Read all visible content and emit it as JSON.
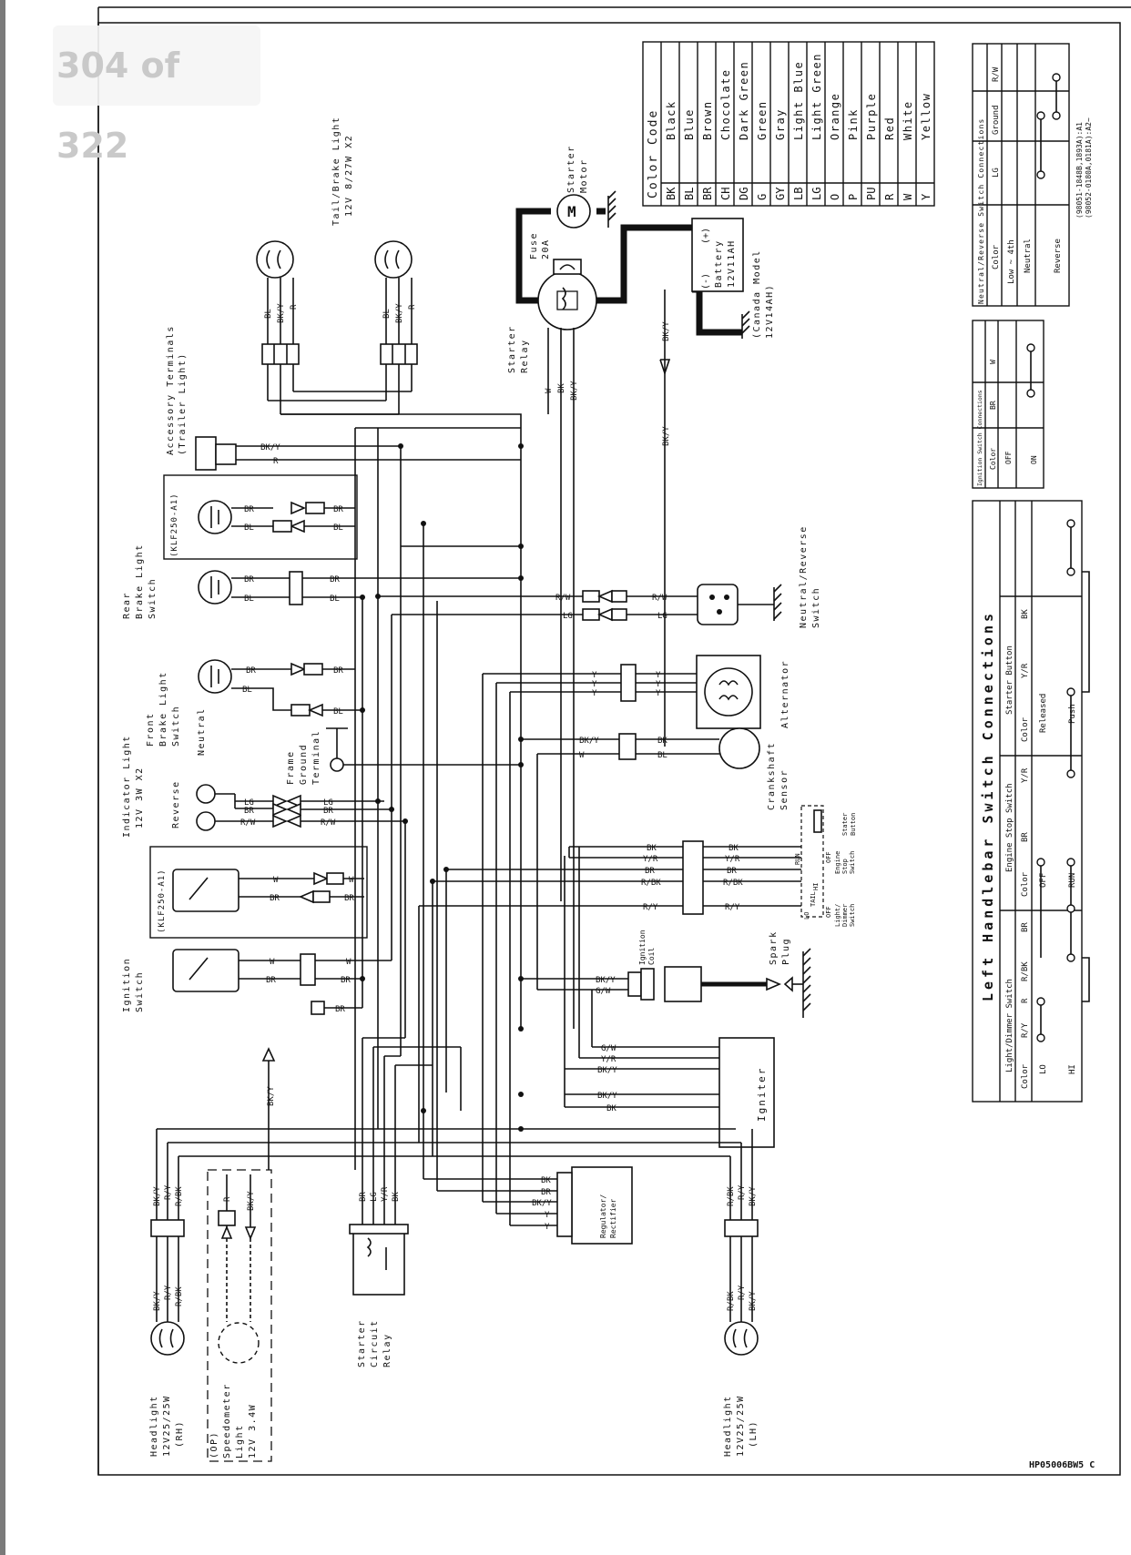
{
  "page_indicator": "304 of 322",
  "drawing_code": "HP05006BW5 C",
  "components": {
    "tail_brake_light": [
      "Tail/Brake Light",
      "12V 8/27W X2"
    ],
    "starter_motor": [
      "Starter",
      "Motor"
    ],
    "motor_symbol": "M",
    "fuse": [
      "Fuse",
      "20A"
    ],
    "starter_relay": [
      "Starter",
      "Relay"
    ],
    "battery": [
      "(-)",
      "(+)",
      "Battery",
      "12V11AH"
    ],
    "canada_model": [
      "(Canada Model",
      "12V14AH)"
    ],
    "accessory_terminals": [
      "Accessory Terminals",
      "(Trailer Light)"
    ],
    "klf250_a1": "(KLF250-A1)",
    "rear_brake_light_switch": [
      "Rear",
      "Brake Light",
      "Switch"
    ],
    "neutral_reverse_switch": [
      "Neutral/Reverse",
      "Switch"
    ],
    "front_brake_light_switch": [
      "Front",
      "Brake Light",
      "Switch"
    ],
    "alternator": "Alternator",
    "indicator_light": [
      "Indicator Light",
      "12V 3W X2"
    ],
    "reverse": "Reverse",
    "neutral": "Neutral",
    "frame_ground_terminal": [
      "Frame",
      "Ground",
      "Terminal"
    ],
    "crankshaft_sensor": [
      "Crankshaft",
      "Sensor"
    ],
    "starter_button": [
      "Stater",
      "Button"
    ],
    "engine_stop_switch": [
      "Engine",
      "Stop",
      "Switch"
    ],
    "light_dimmer_switch": [
      "Light/",
      "Dimmer",
      "Switch"
    ],
    "ignition_switch": [
      "Ignition",
      "Switch"
    ],
    "ignition_coil": [
      "Ignition",
      "Coil"
    ],
    "spark_plug": [
      "Spark",
      "Plug"
    ],
    "igniter": "Igniter",
    "regulator_rectifier": [
      "Regulator/",
      "Rectifier"
    ],
    "starter_circuit_relay": [
      "Starter",
      "Circuit",
      "Relay"
    ],
    "headlight_rh": [
      "Headlight",
      "12V25/25W",
      "(RH)"
    ],
    "headlight_lh": [
      "Headlight",
      "12V25/25W",
      "(LH)"
    ],
    "speedometer_light": [
      "(OP)",
      "Speedometer",
      "Light",
      "12V 3.4W"
    ],
    "switch_positions": [
      "RUN",
      "OFF",
      "TAIL",
      "LO",
      "HI",
      "OFF"
    ]
  },
  "wire_labels": {
    "bl": "BL",
    "bky": "BK/Y",
    "r": "R",
    "w": "W",
    "bk": "BK",
    "br": "BR",
    "lg": "LG",
    "rw": "R/W",
    "y": "Y",
    "yr": "Y/R",
    "rbk": "R/BK",
    "ry": "R/Y",
    "gw": "G/W"
  },
  "color_code": {
    "title": "Color Code",
    "rows": [
      [
        "BK",
        "Black"
      ],
      [
        "BL",
        "Blue"
      ],
      [
        "BR",
        "Brown"
      ],
      [
        "CH",
        "Chocolate"
      ],
      [
        "DG",
        "Dark Green"
      ],
      [
        "G",
        "Green"
      ],
      [
        "GY",
        "Gray"
      ],
      [
        "LB",
        "Light Blue"
      ],
      [
        "LG",
        "Light Green"
      ],
      [
        "O",
        "Orange"
      ],
      [
        "P",
        "Pink"
      ],
      [
        "PU",
        "Purple"
      ],
      [
        "R",
        "Red"
      ],
      [
        "W",
        "White"
      ],
      [
        "Y",
        "Yellow"
      ]
    ]
  },
  "neutral_reverse_table": {
    "title": "Neutral/Reverse Switch Connections",
    "header": [
      "Color",
      "LG",
      "Ground",
      "R/W"
    ],
    "rows": [
      "Low ~ 4th",
      "Neutral",
      "Reverse"
    ],
    "footnote": [
      "(98051-1848B,1893A):A1",
      "(98052-0180A,0181A):A2~"
    ]
  },
  "ignition_table": {
    "title": "Ignition Switch Connections",
    "header": [
      "Color",
      "BR",
      "W"
    ],
    "rows": [
      "OFF",
      "ON"
    ]
  },
  "handlebar_table": {
    "title": "Left Handlebar Switch Connections",
    "sections": [
      {
        "name": "Light/Dimmer Switch",
        "cols": [
          "Color",
          "R/Y",
          "R",
          "R/BK",
          "BR"
        ],
        "rows": [
          "LO",
          "HI"
        ]
      },
      {
        "name": "Engine Stop Switch",
        "cols": [
          "Color",
          "BR",
          "Y/R"
        ],
        "rows": [
          "OFF",
          "RUN"
        ]
      },
      {
        "name": "Starter Button",
        "cols": [
          "Color",
          "Y/R",
          "BK"
        ],
        "rows": [
          "Released",
          "Push"
        ]
      }
    ]
  }
}
